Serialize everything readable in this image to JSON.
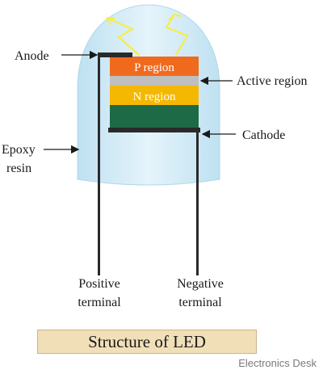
{
  "diagram": {
    "regions": {
      "p_region": "P region",
      "n_region": "N region"
    },
    "labels": {
      "anode": "Anode",
      "active_region": "Active region",
      "cathode": "Cathode",
      "epoxy_line1": "Epoxy",
      "epoxy_line2": "resin",
      "positive_line1": "Positive",
      "positive_line2": "terminal",
      "negative_line1": "Negative",
      "negative_line2": "terminal"
    },
    "colors": {
      "dome": "#cfe9f6",
      "p_region": "#f06a1e",
      "active_region": "#bfbfbf",
      "n_region": "#f5b800",
      "substrate": "#1d6b46",
      "light_arrows": "#f4ee4a",
      "lead": "#2a2a2a"
    }
  },
  "title": "Structure of LED",
  "watermark": "Electronics Desk"
}
